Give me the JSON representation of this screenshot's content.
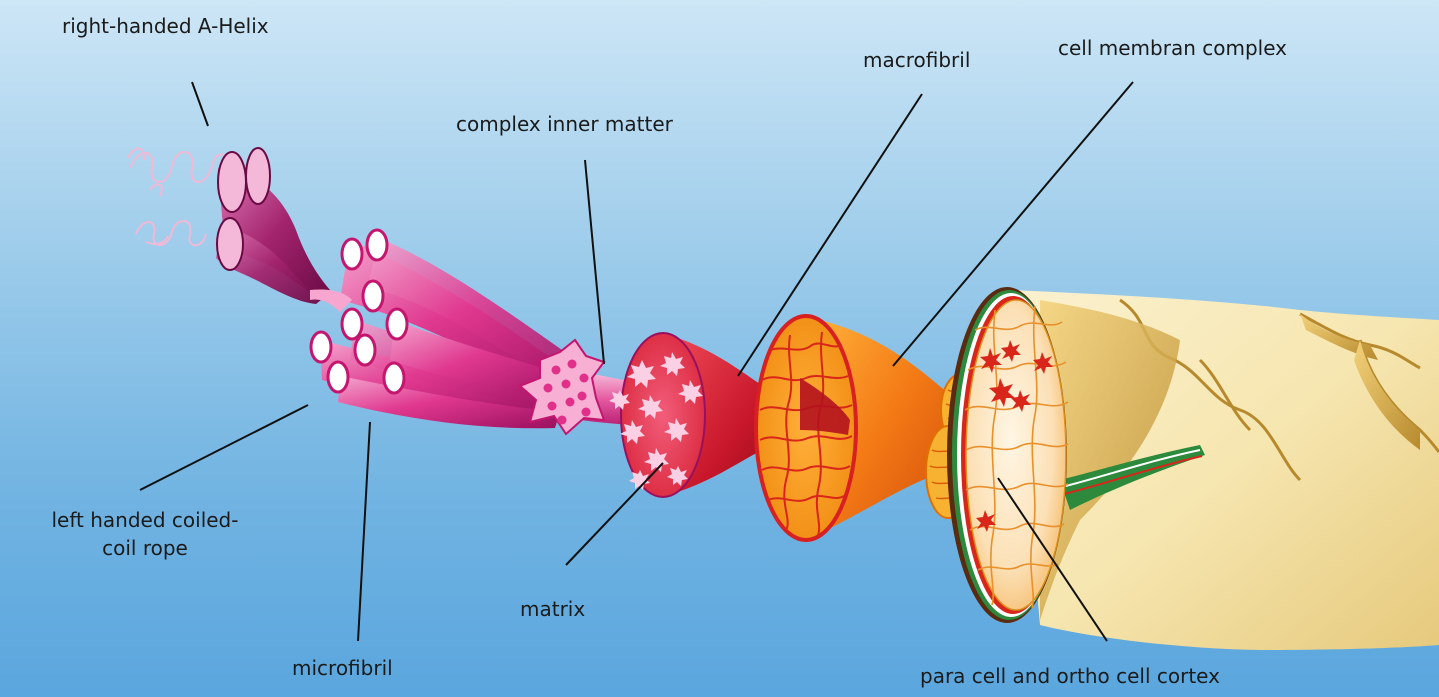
{
  "labels": {
    "right_handed_a_helix": "right-handed A-Helix",
    "complex_inner_matter": "complex inner matter",
    "macrofibril": "macrofibril",
    "cell_membran_complex": "cell membran complex",
    "left_handed_coiled_coil_rope_line1": "left handed coiled-",
    "left_handed_coiled_coil_rope_line2": "coil rope",
    "matrix": "matrix",
    "microfibril": "microfibril",
    "para_ortho_cortex": "para cell and ortho cell cortex"
  },
  "colors": {
    "helix": "#f0b9d6",
    "pink_fiber": "#e0388f",
    "magenta_dark": "#a4146b",
    "matrix_red": "#d9263b",
    "macro_orange": "#f47a16",
    "cortex_yellow": "#f6a621",
    "cuticle_cream": "#f6e6b0"
  }
}
